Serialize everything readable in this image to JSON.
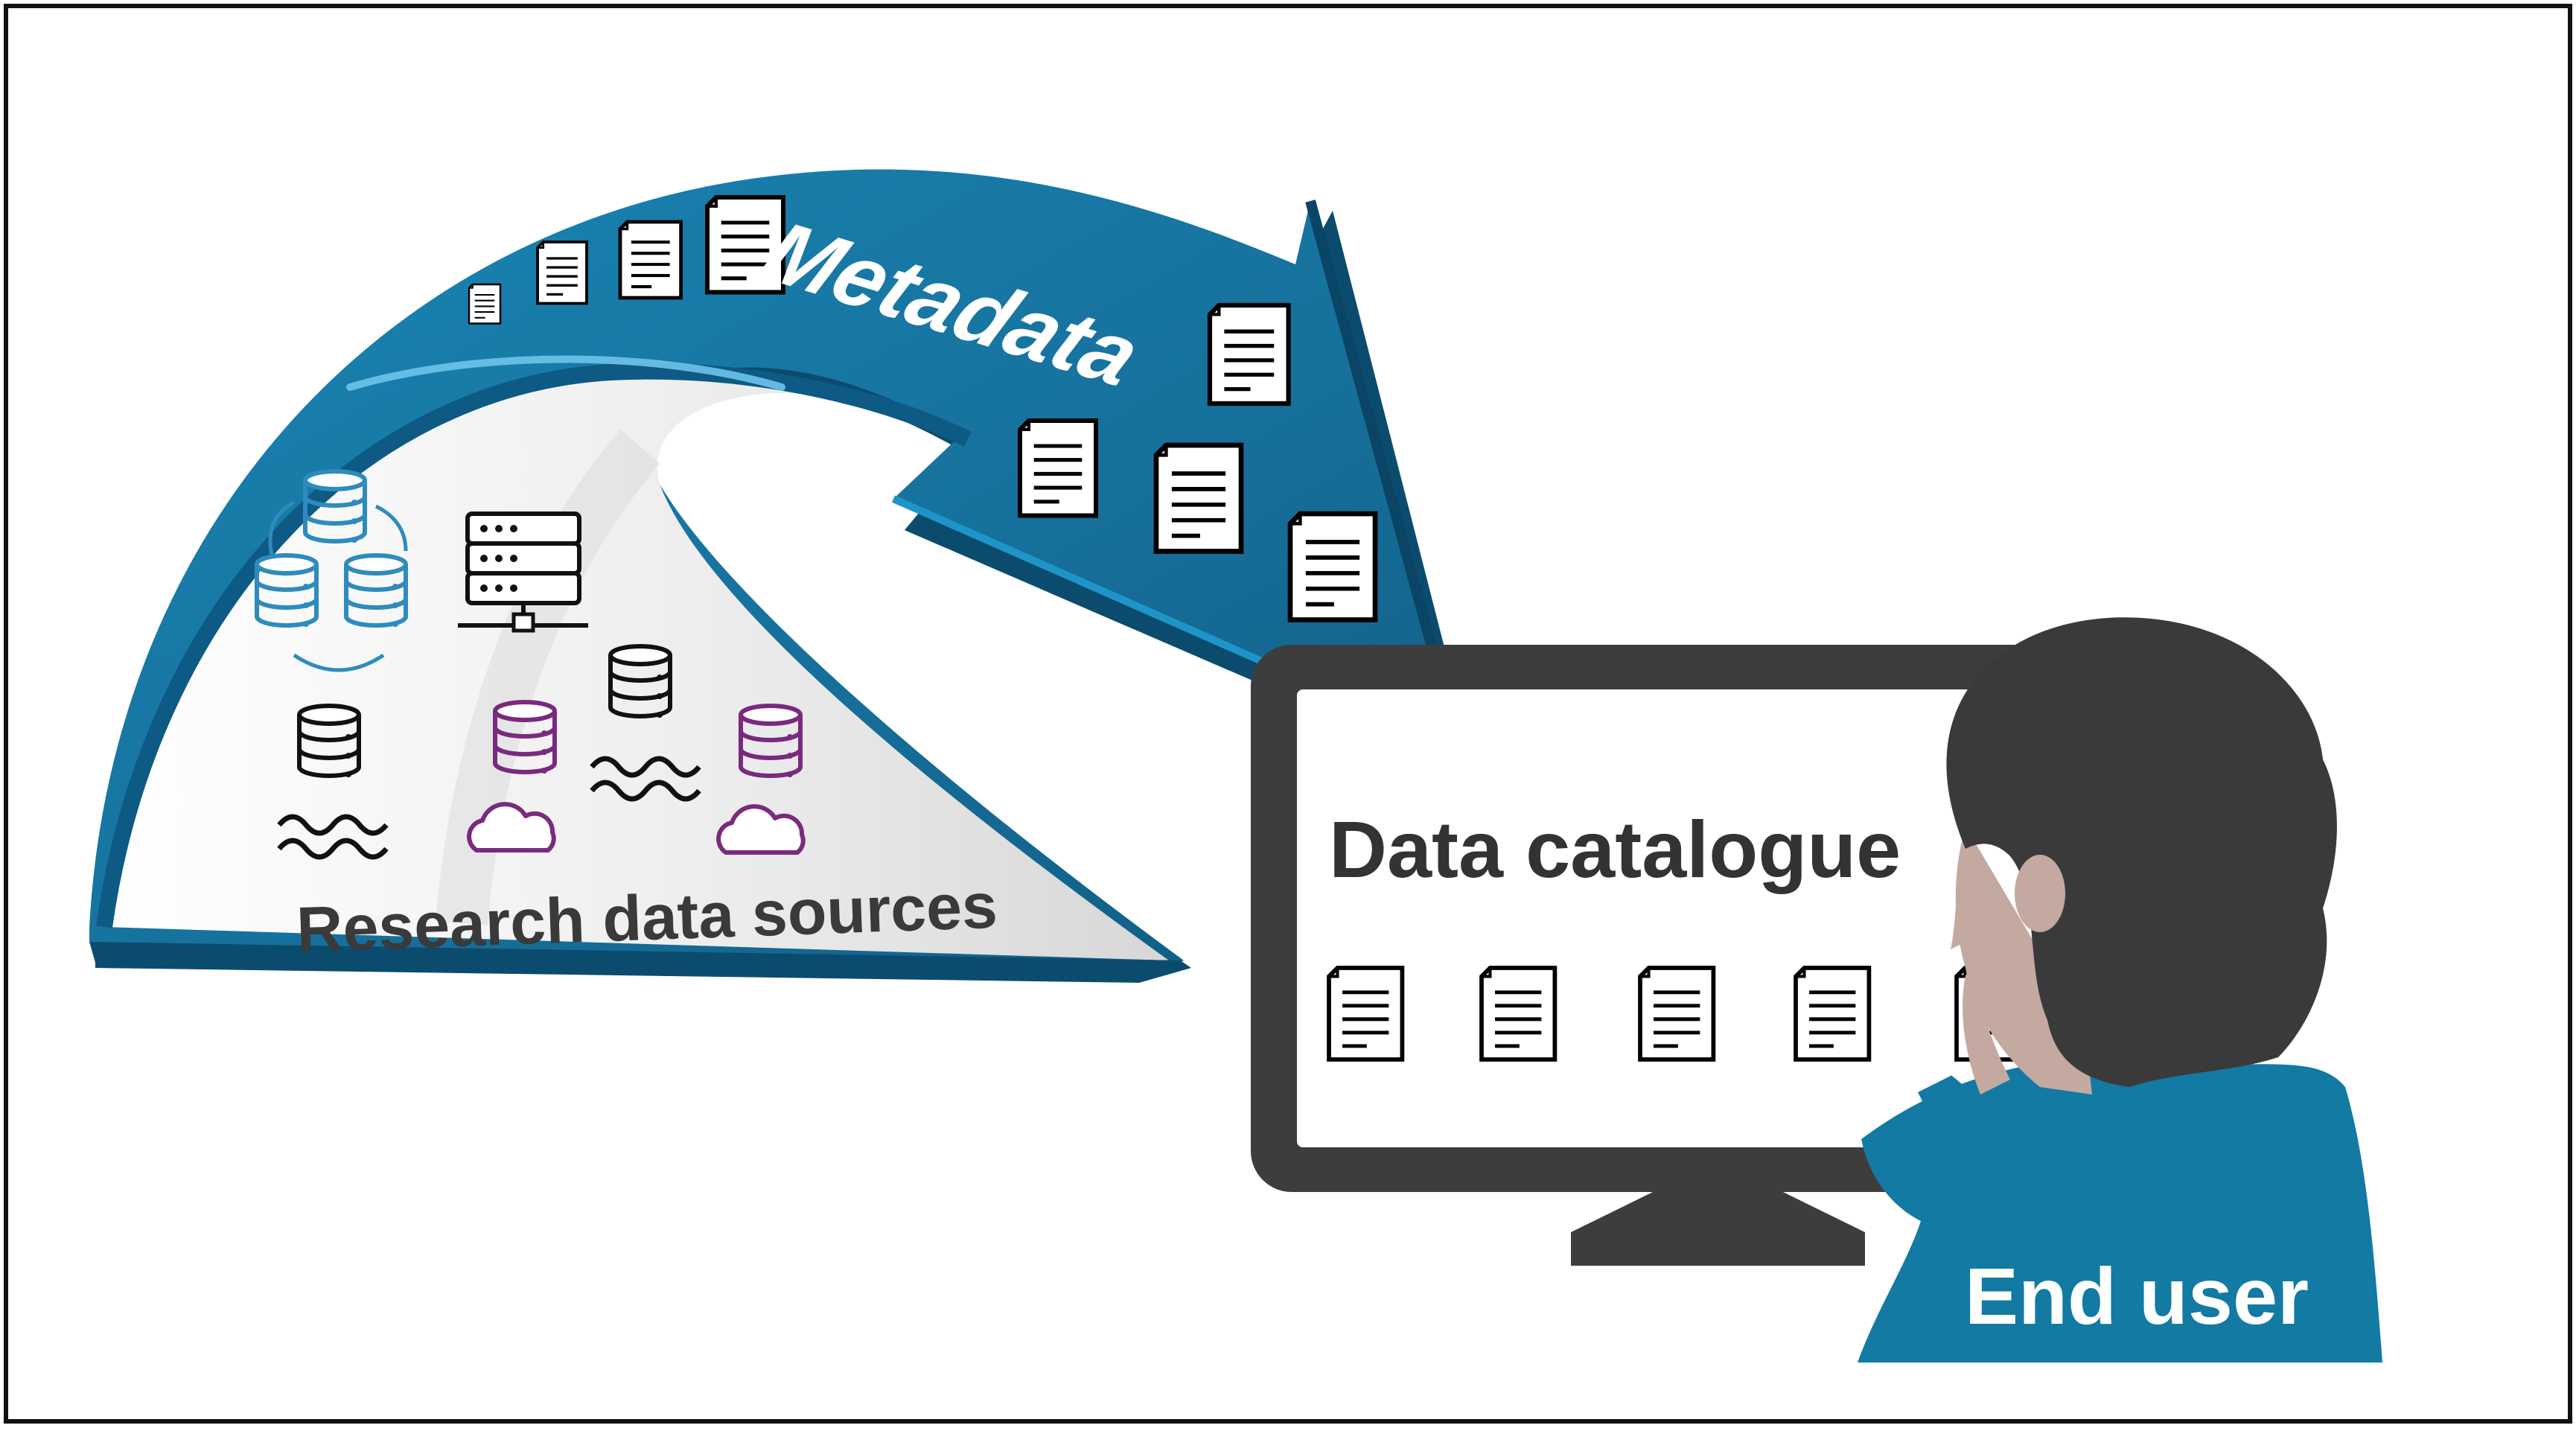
{
  "labels": {
    "arrow_label": "Metadata",
    "sources_label": "Research data sources",
    "catalogue_label": "Data catalogue",
    "user_label": "End user"
  },
  "colors": {
    "arrow_blue": "#1678a3",
    "arrow_dark": "#0c5a82",
    "arrow_highlight": "#6ec3ea",
    "monitor_frame": "#3d3d3d",
    "hair": "#3a3a3a",
    "skin": "#c4a9a0",
    "shirt": "#137aa3",
    "db_blue": "#2e8bbd",
    "db_purple": "#7a2a7e",
    "db_black": "#111111",
    "label_text": "#3a3a3a"
  },
  "icons": {
    "metadata_document": "document-icon",
    "database_sync": "database-sync-icon",
    "server_network": "server-network-icon",
    "database_stream": "database-stream-icon",
    "database_cloud": "database-cloud-icon",
    "monitor": "monitor-icon",
    "person": "user-icon"
  }
}
